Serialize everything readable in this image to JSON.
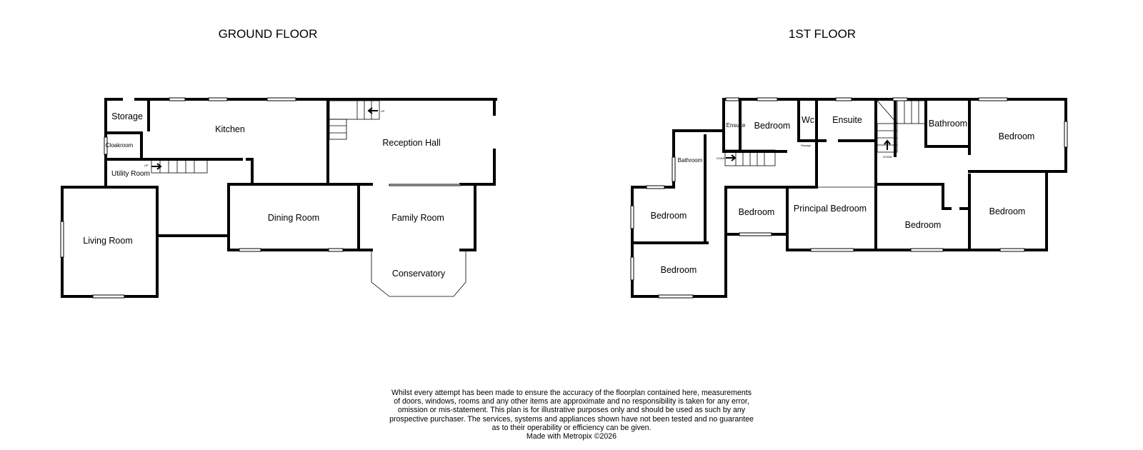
{
  "ground_floor": {
    "title": "GROUND FLOOR",
    "rooms": [
      "Storage",
      "Kitchen",
      "Reception Hall",
      "Cloakroom",
      "Utility Room",
      "Living Room",
      "Dining Room",
      "Family Room",
      "Conservatory"
    ],
    "stair_label": "UP"
  },
  "first_floor": {
    "title": "1ST FLOOR",
    "rooms": [
      "Ensuite",
      "Bedroom",
      "Wc",
      "Ensuite",
      "Bathroom",
      "Bedroom",
      "Storage",
      "Bathroom",
      "Bedroom",
      "Bedroom",
      "Principal Bedroom",
      "Bedroom",
      "Bedroom",
      "Bedroom"
    ],
    "stair_label": "DOWN"
  },
  "disclaimer": [
    "Whilst every attempt has been made to ensure the accuracy of the floorplan contained here, measurements",
    "of doors, windows, rooms and any other items are approximate and no responsibility is taken for any error,",
    "omission or mis-statement. This plan is for illustrative purposes only and should be used as such by any",
    "prospective purchaser. The services, systems and appliances shown have not been tested and no guarantee",
    "as to their operability or efficiency can be given.",
    "Made with Metropix ©2026"
  ]
}
